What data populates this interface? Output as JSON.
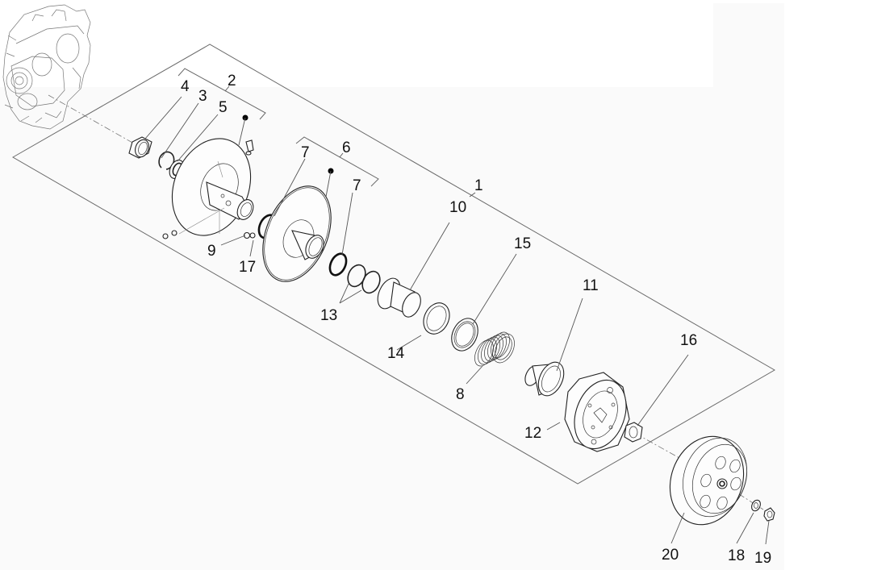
{
  "diagram": {
    "type": "exploded-parts-diagram",
    "subject": "driven pulley / clutch assembly",
    "colors": {
      "background": "#fafafa",
      "outside": "#ffffff",
      "lines": "#222222",
      "frame": "#6a6a6a"
    },
    "reference_callouts": [
      {
        "id": "1",
        "label": "1"
      },
      {
        "id": "2",
        "label": "2"
      },
      {
        "id": "3",
        "label": "3"
      },
      {
        "id": "4",
        "label": "4"
      },
      {
        "id": "5",
        "label": "5"
      },
      {
        "id": "6",
        "label": "6"
      },
      {
        "id": "7a",
        "label": "7"
      },
      {
        "id": "7b",
        "label": "7"
      },
      {
        "id": "8",
        "label": "8"
      },
      {
        "id": "9",
        "label": "9"
      },
      {
        "id": "10",
        "label": "10"
      },
      {
        "id": "11",
        "label": "11"
      },
      {
        "id": "12",
        "label": "12"
      },
      {
        "id": "13",
        "label": "13"
      },
      {
        "id": "14",
        "label": "14"
      },
      {
        "id": "15",
        "label": "15"
      },
      {
        "id": "16",
        "label": "16"
      },
      {
        "id": "17",
        "label": "17"
      },
      {
        "id": "18",
        "label": "18"
      },
      {
        "id": "19",
        "label": "19"
      },
      {
        "id": "20",
        "label": "20"
      }
    ]
  }
}
